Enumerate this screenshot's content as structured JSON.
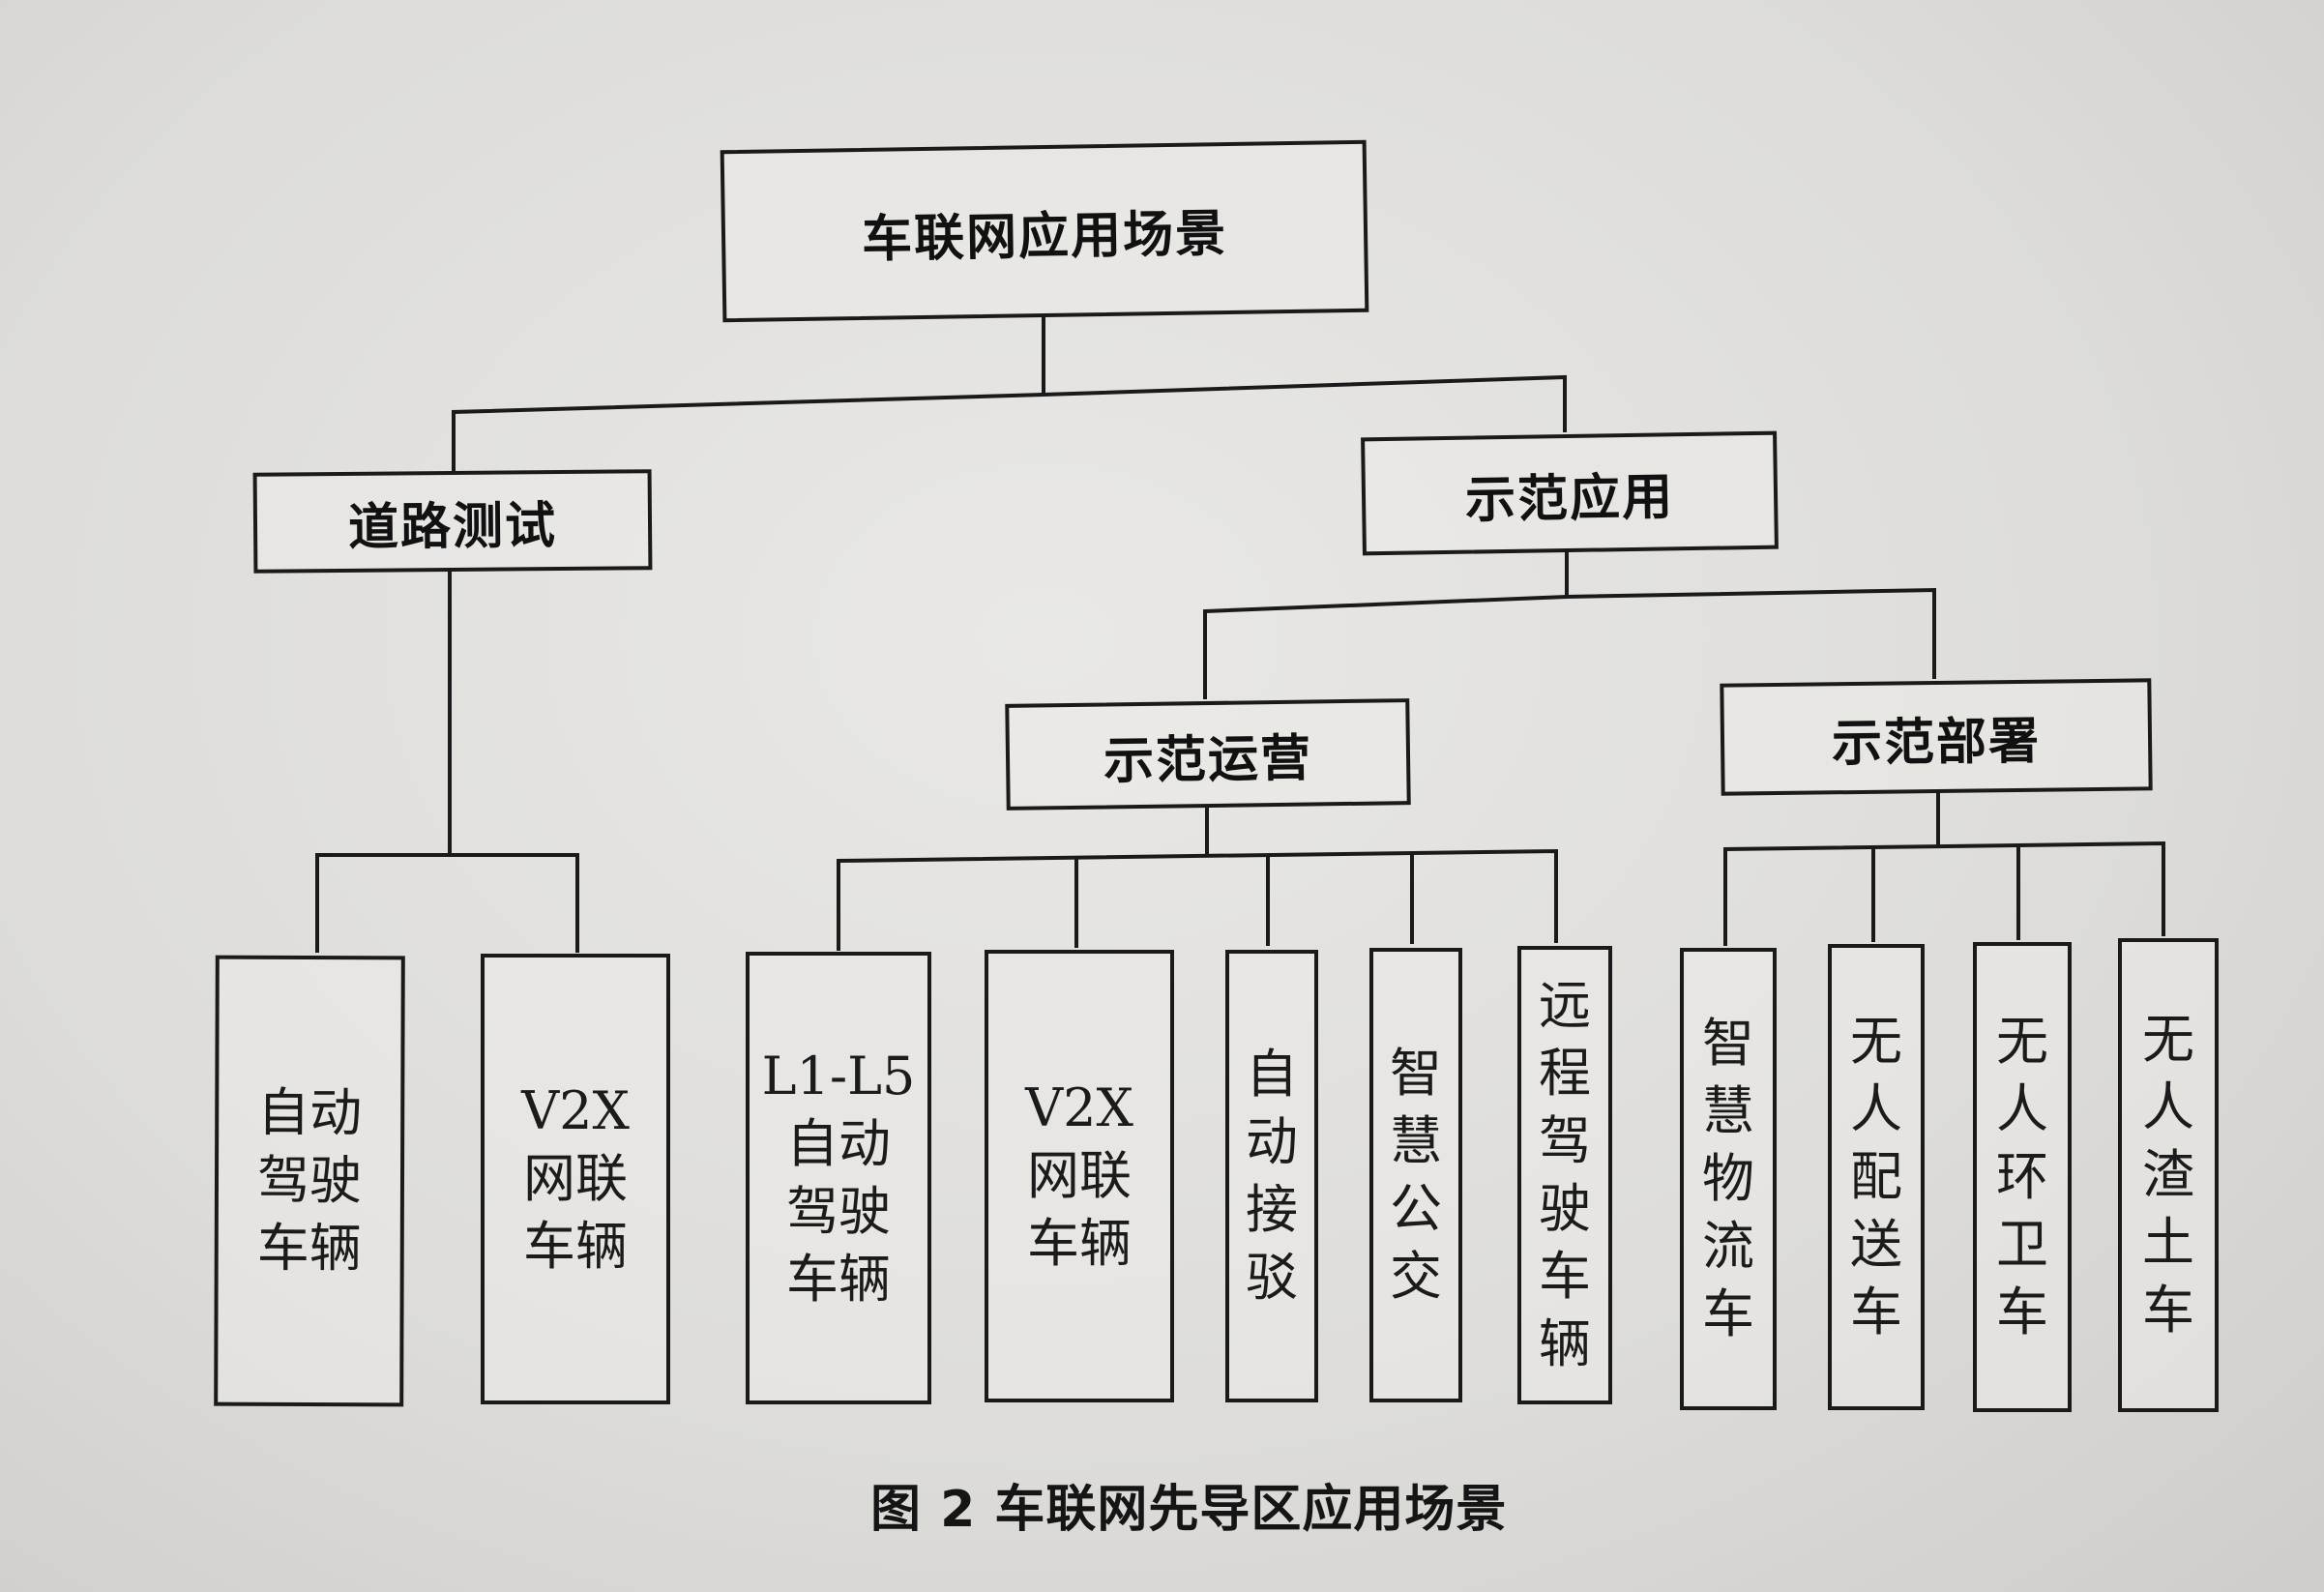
{
  "diagram": {
    "type": "tree",
    "root": {
      "label": "车联网应用场景",
      "children": [
        {
          "label": "道路测试",
          "children": [
            {
              "label": "自动驾驶车辆"
            },
            {
              "label": "V2X网联车辆"
            }
          ]
        },
        {
          "label": "示范应用",
          "children": [
            {
              "label": "示范运营",
              "children": [
                {
                  "label": "L1-L5自动驾驶车辆"
                },
                {
                  "label": "V2X网联车辆"
                },
                {
                  "label": "自动接驳"
                },
                {
                  "label": "智慧公交"
                },
                {
                  "label": "远程驾驶车辆"
                }
              ]
            },
            {
              "label": "示范部署",
              "children": [
                {
                  "label": "智慧物流车"
                },
                {
                  "label": "无人配送车"
                },
                {
                  "label": "无人环卫车"
                },
                {
                  "label": "无人渣土车"
                }
              ]
            }
          ]
        }
      ]
    },
    "leaf_lines": {
      "road_auto": [
        "自动",
        "驾驶",
        "车辆"
      ],
      "road_v2x": [
        "V2X",
        "网联",
        "车辆"
      ],
      "op_l1l5": [
        "L1-L5",
        "自动",
        "驾驶",
        "车辆"
      ],
      "op_v2x": [
        "V2X",
        "网联",
        "车辆"
      ],
      "op_shuttle": [
        "自",
        "动",
        "接",
        "驳"
      ],
      "op_bus": [
        "智",
        "慧",
        "公",
        "交"
      ],
      "op_remote": [
        "远",
        "程",
        "驾",
        "驶",
        "车",
        "辆"
      ],
      "dep_logistics": [
        "智",
        "慧",
        "物",
        "流",
        "车"
      ],
      "dep_delivery": [
        "无",
        "人",
        "配",
        "送",
        "车"
      ],
      "dep_sanitation": [
        "无",
        "人",
        "环",
        "卫",
        "车"
      ],
      "dep_muck": [
        "无",
        "人",
        "渣",
        "土",
        "车"
      ]
    }
  },
  "caption": "图  2 车联网先导区应用场景",
  "colors": {
    "line": "#1a1a1a",
    "background": "#e2e1de",
    "text": "#111111"
  }
}
